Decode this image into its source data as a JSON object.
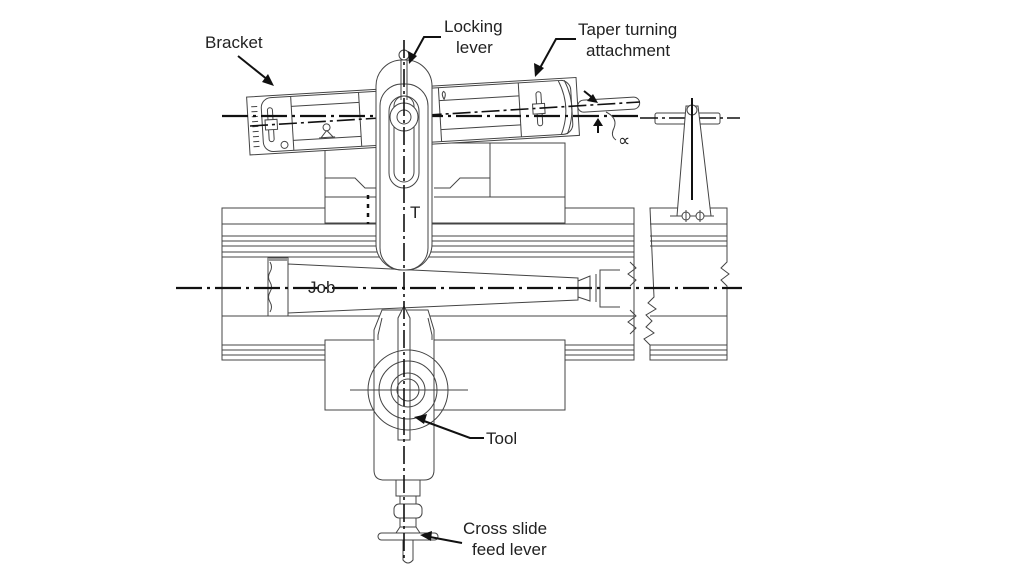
{
  "figure": {
    "subject": "Taper turning attachment on a lathe (plan view)",
    "labels": {
      "bracket": "Bracket",
      "locking_lever_line1": "Locking",
      "locking_lever_line2": "lever",
      "taper_attachment_line1": "Taper turning",
      "taper_attachment_line2": "attachment",
      "alpha": "∝",
      "t_marker": "T",
      "job": "Job",
      "tool": "Tool",
      "cross_slide_line1": "Cross slide",
      "cross_slide_line2": "feed lever"
    },
    "colors": {
      "line": "#333333",
      "centerline": "#111111",
      "background": "#ffffff",
      "text": "#222222"
    }
  }
}
